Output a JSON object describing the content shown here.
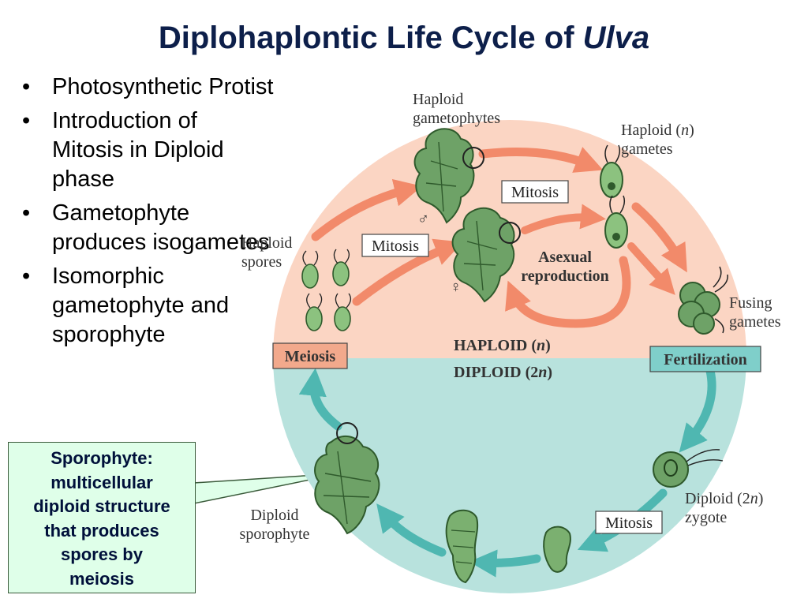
{
  "title": {
    "main": "Diplohaplontic Life Cycle of",
    "italic": "Ulva"
  },
  "bullets": [
    "Photosynthetic Protist",
    "Introduction of Mitosis in Diploid phase",
    "Gametophyte produces isogametes",
    "Isomorphic gametophyte and sporophyte"
  ],
  "callout": {
    "lines": [
      "Sporophyte:",
      "multicellular",
      "diploid structure",
      "that produces",
      "spores by",
      "meiosis"
    ]
  },
  "diagram": {
    "haploid_gametophytes": [
      "Haploid",
      "gametophytes"
    ],
    "haploid_gametes": [
      "Haploid (",
      "n",
      ")",
      "gametes"
    ],
    "haploid_spores": [
      "Haploid",
      "spores"
    ],
    "mitosis_top": "Mitosis",
    "mitosis_left": "Mitosis",
    "mitosis_bottom": "Mitosis",
    "asexual": [
      "Asexual",
      "reproduction"
    ],
    "fusing_gametes": [
      "Fusing",
      "gametes"
    ],
    "meiosis": "Meiosis",
    "fertilization": "Fertilization",
    "haploid_phase": [
      "HAPLOID (",
      "n",
      ")"
    ],
    "diploid_phase": [
      "DIPLOID (2",
      "n",
      ")"
    ],
    "diploid_zygote": [
      "Diploid (2",
      "n",
      ")",
      "zygote"
    ],
    "diploid_sporophyte": [
      "Diploid",
      "sporophyte"
    ],
    "male_symbol": "♂",
    "female_symbol": "♀"
  },
  "colors": {
    "title": "#0d1f4a",
    "haploid_bg": "#fbd5c3",
    "diploid_bg": "#b8e2dd",
    "haploid_arrow": "#f28a6a",
    "diploid_arrow": "#4fb7b1",
    "meiosis_box": "#f2a98c",
    "fertilization_box": "#7fcfca",
    "callout_bg": "#dfffe9",
    "plant_green": "#5f9a5a"
  }
}
